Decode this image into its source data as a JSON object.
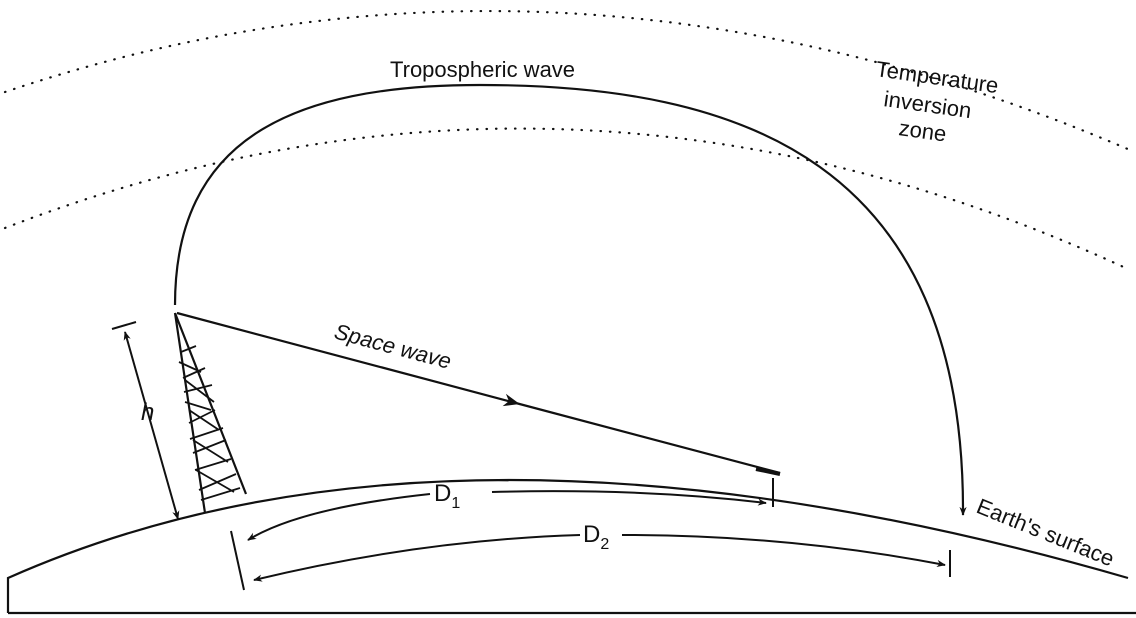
{
  "labels": {
    "tropospheric_wave": "Tropospheric wave",
    "temperature_line1": "Temperature",
    "temperature_line2": "inversion",
    "temperature_line3": "zone",
    "space_wave": "Space wave",
    "height": "h",
    "d1_main": "D",
    "d1_sub": "1",
    "d2_main": "D",
    "d2_sub": "2",
    "earth_surface": "Earth's surface"
  },
  "colors": {
    "ink": "#111111",
    "background": "#ffffff"
  }
}
